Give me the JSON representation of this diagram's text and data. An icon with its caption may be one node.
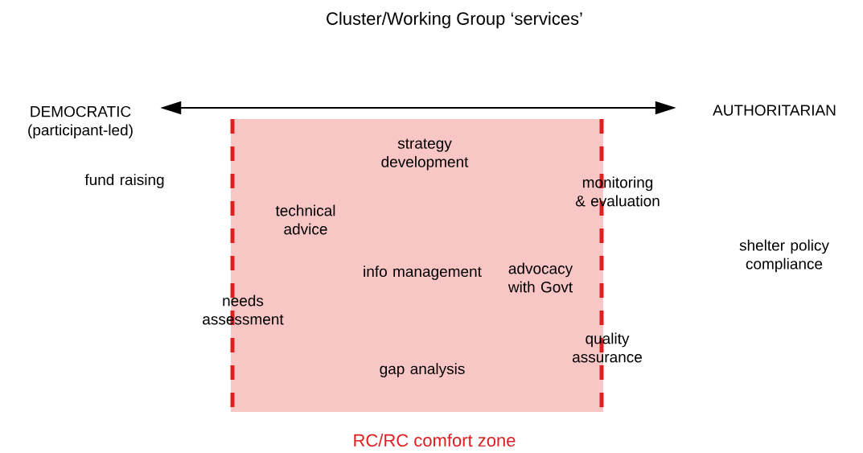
{
  "diagram": {
    "title": "Cluster/Working Group ‘services’",
    "nodes": [
      {
        "text": [
          "DEMOCRATIC (participant-led)"
        ]
      },
      {
        "text": [
          "AUTHORITARIAN"
        ]
      },
      {
        "text": [
          "RC/RC comfort zone"
        ]
      }
    ],
    "edges": [
      {
        "from": 0,
        "to": 1,
        "arrow": "both"
      }
    ],
    "labels": [
      "strategy development",
      "fund raising",
      "monitoring & evaluation",
      "technical advice",
      "shelter policy compliance",
      "info management",
      "advocacy with Govt",
      "needs assessment",
      "quality assurance",
      "gap analysis"
    ]
  }
}
